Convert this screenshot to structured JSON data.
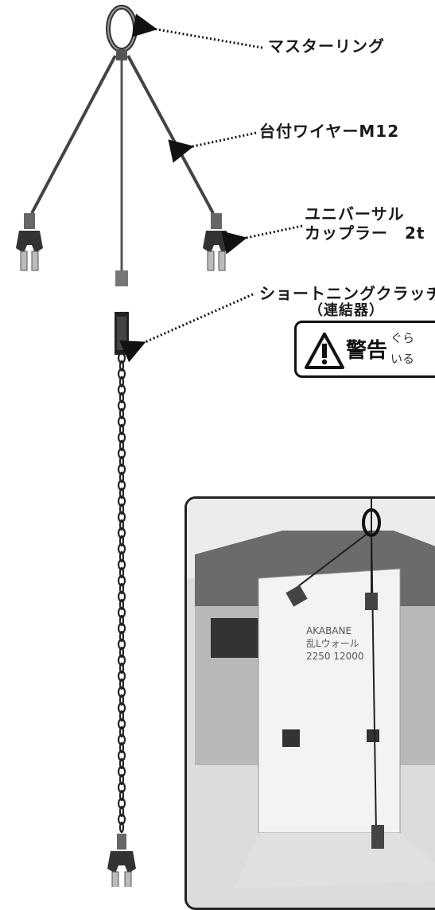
{
  "labels": {
    "master_ring": "マスターリング",
    "wire": "台付ワイヤーM12",
    "coupler_line1": "ユニバーサル",
    "coupler_line2": "カップラー　2t",
    "clutch_line1": "ショートニングクラッチ",
    "clutch_line2": "（連結器）"
  },
  "warning": {
    "title": "警告",
    "text_line1": "ぐら",
    "text_line2": "いる"
  },
  "photo": {
    "panel_text_line1": "AKABANE",
    "panel_text_line2": "乱Lウォール",
    "panel_text_line3": "2250 12000"
  }
}
